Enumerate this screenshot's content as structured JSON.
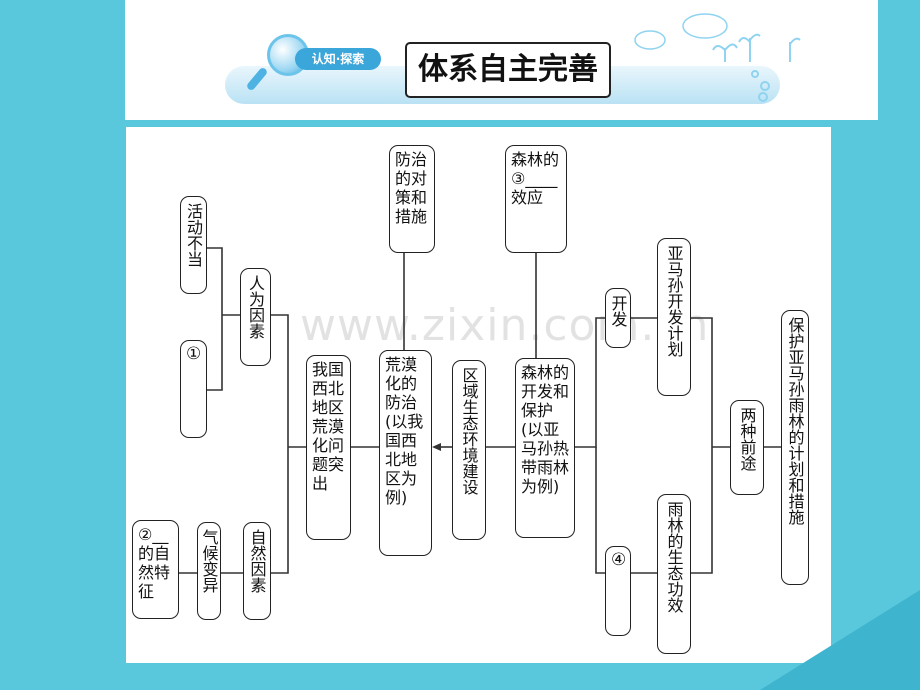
{
  "header": {
    "chip_label": "认知·探索",
    "title": "体系自主完善"
  },
  "watermark": "www.zixin.com.cn",
  "diagram": {
    "activity": "活动不当",
    "blank1": "①",
    "human_factors": "人为因素",
    "blank2": "②__的自然特征",
    "climate": "气候变异",
    "natural_factors": "自然因素",
    "nw_problem": "我国西北地区荒漠化问题突出",
    "prevention_measures": "防治的对策和措施",
    "desertification": "荒漠化的防治(以我国西北地区为例)",
    "regional": "区域生态环境建设",
    "forest_effect": "森林的\n③____\n效应",
    "forest_dev": "森林的开发和保护(以亚马孙热带雨林为例)",
    "develop": "开发",
    "amazon_plan": "亚马孙开发计划",
    "blank4": "④",
    "eco_function": "雨林的生态功效",
    "two_ways": "两种前途",
    "protect": "保护亚马孙雨林的计划和措施"
  },
  "colors": {
    "background": "#5ac8dc",
    "accent": "#3aa6da",
    "line": "#333333"
  }
}
